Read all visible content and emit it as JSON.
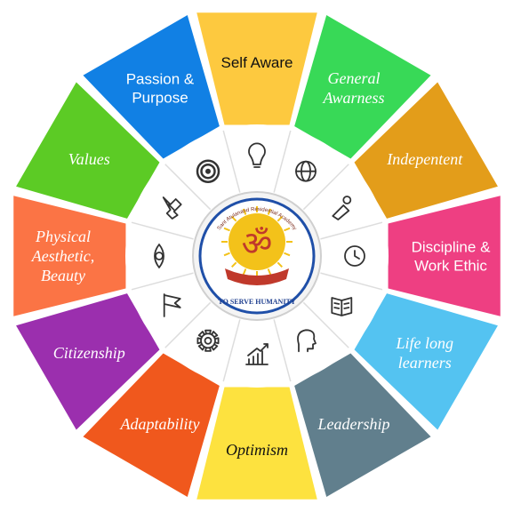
{
  "segments": [
    {
      "id": "self-aware",
      "label": [
        "Self Aware"
      ],
      "color": "#fdc93f",
      "text_color": "#111111",
      "style": "sans",
      "icon": "lightbulb-icon"
    },
    {
      "id": "general-awarness",
      "label": [
        "General",
        "Awarness"
      ],
      "color": "#38d957",
      "text_color": "#ffffff",
      "style": "serif",
      "icon": "globe-icon"
    },
    {
      "id": "indepentent",
      "label": [
        "Indepentent"
      ],
      "color": "#e39d1a",
      "text_color": "#ffffff",
      "style": "serif",
      "icon": "person-icon"
    },
    {
      "id": "discipline-work-ethic",
      "label": [
        "Discipline &",
        "Work Ethic"
      ],
      "color": "#ee3f82",
      "text_color": "#ffffff",
      "style": "sans",
      "icon": "clock-icon"
    },
    {
      "id": "life-long-learners",
      "label": [
        "Life long",
        "learners"
      ],
      "color": "#54c3f1",
      "text_color": "#ffffff",
      "style": "serif",
      "icon": "book-icon"
    },
    {
      "id": "leadership",
      "label": [
        "Leadership"
      ],
      "color": "#617f8d",
      "text_color": "#ffffff",
      "style": "serif",
      "icon": "head-profile-icon"
    },
    {
      "id": "optimism",
      "label": [
        "Optimism"
      ],
      "color": "#fde23f",
      "text_color": "#111111",
      "style": "serif",
      "icon": "growth-chart-icon"
    },
    {
      "id": "adaptability",
      "label": [
        "Adaptability"
      ],
      "color": "#f0581d",
      "text_color": "#ffffff",
      "style": "serif",
      "icon": "gear-icon"
    },
    {
      "id": "citizenship",
      "label": [
        "Citizenship"
      ],
      "color": "#9b2fae",
      "text_color": "#ffffff",
      "style": "serif",
      "icon": "flag-icon"
    },
    {
      "id": "physical-aesthetic-beauty",
      "label": [
        "Physical",
        "Aesthetic,",
        "Beauty"
      ],
      "color": "#fb7445",
      "text_color": "#ffffff",
      "style": "serif",
      "icon": "eye-icon"
    },
    {
      "id": "values",
      "label": [
        "Values"
      ],
      "color": "#5ccb25",
      "text_color": "#ffffff",
      "style": "serif",
      "icon": "handshake-icon"
    },
    {
      "id": "passion-purpose",
      "label": [
        "Passion &",
        "Purpose"
      ],
      "color": "#1180e4",
      "text_color": "#ffffff",
      "style": "sans",
      "icon": "target-icon"
    }
  ],
  "logo": {
    "motto": "TO SERVE HUMANITY",
    "arc_text": "Sant Atulanand Residential Academy",
    "colors": {
      "ring": "#1f4fa8",
      "sun": "#f3c21a",
      "om": "#c0392b",
      "banner": "#c0392b"
    }
  }
}
